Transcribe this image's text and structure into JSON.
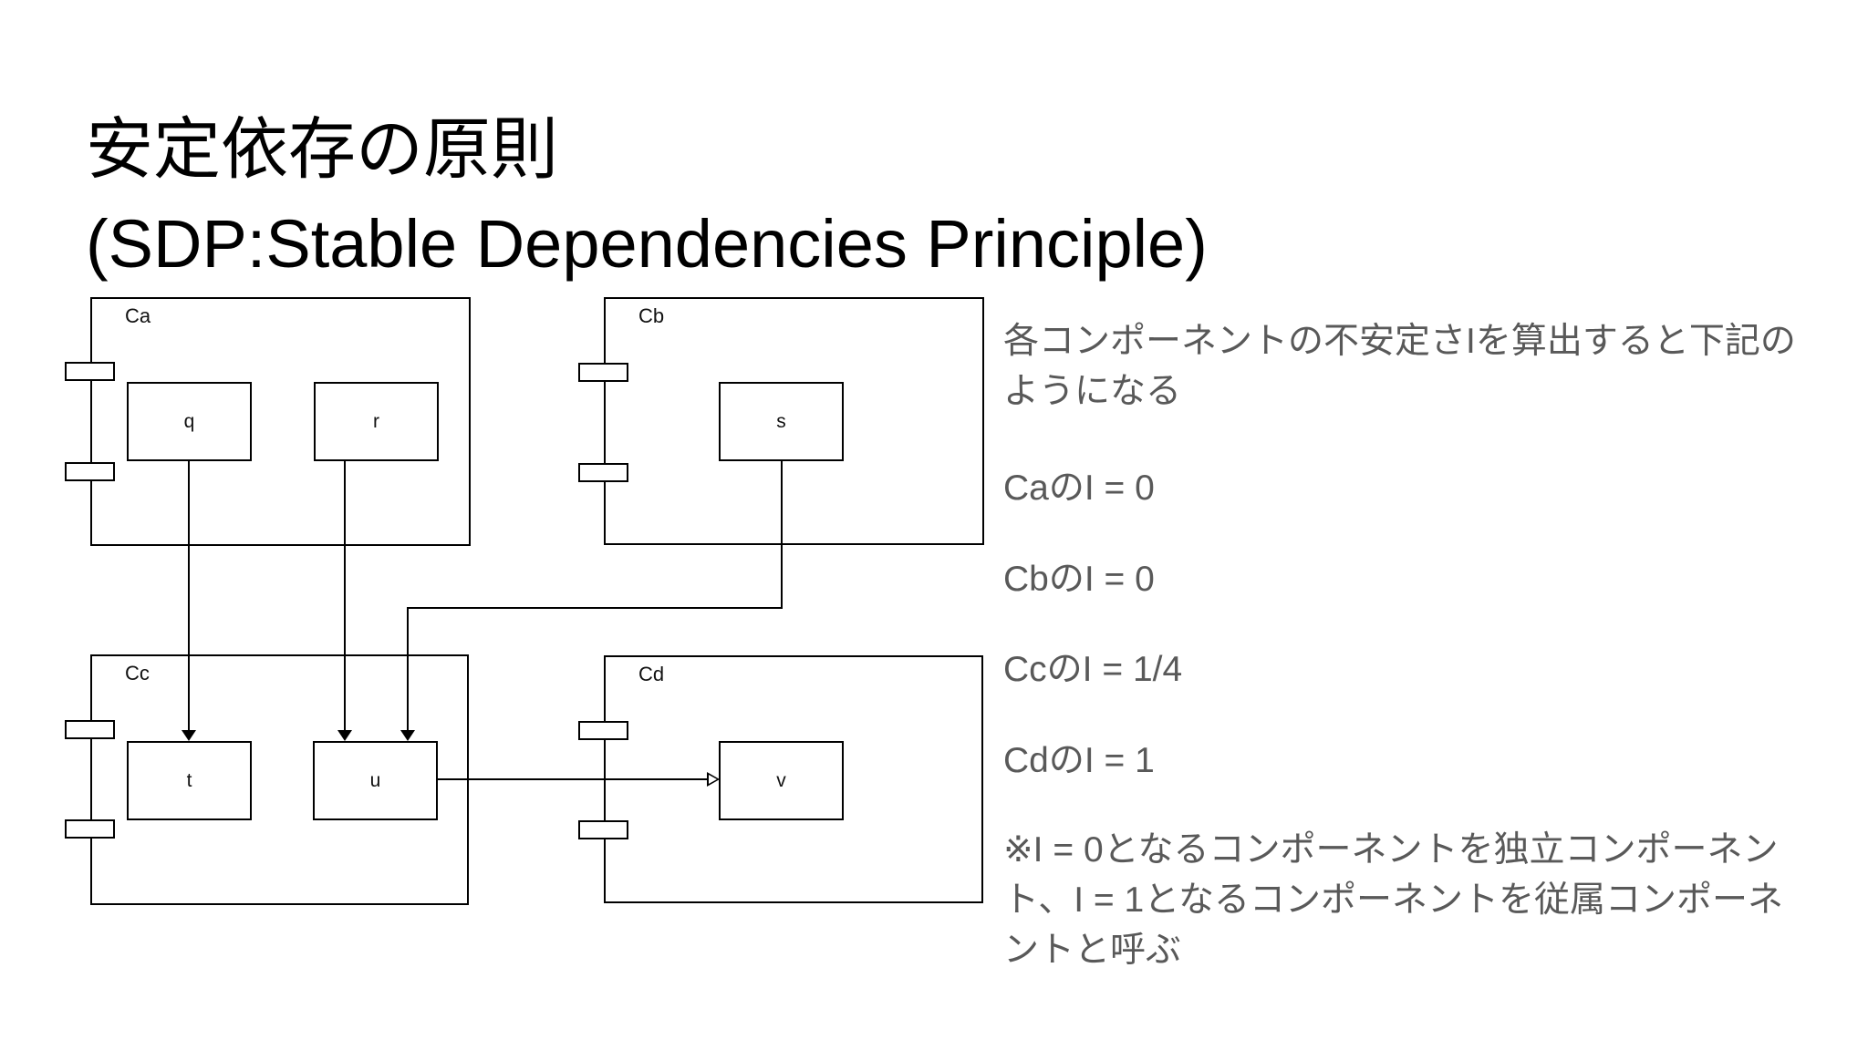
{
  "slide": {
    "title_lines": [
      "安定依存の原則",
      "(SDP:Stable Dependencies Principle)"
    ],
    "background_color": "#ffffff",
    "title_color": "#000000"
  },
  "diagram": {
    "stroke_color": "#000000",
    "components": [
      {
        "label": "Ca"
      },
      {
        "label": "Cb"
      },
      {
        "label": "Cc"
      },
      {
        "label": "Cd"
      }
    ],
    "nodes": [
      {
        "label": "q",
        "component": "Ca"
      },
      {
        "label": "r",
        "component": "Ca"
      },
      {
        "label": "s",
        "component": "Cb"
      },
      {
        "label": "t",
        "component": "Cc"
      },
      {
        "label": "u",
        "component": "Cc"
      },
      {
        "label": "v",
        "component": "Cd"
      }
    ],
    "connectors": [
      {
        "from": "q",
        "to": "t",
        "arrowhead": "solid"
      },
      {
        "from": "r",
        "to": "u",
        "arrowhead": "solid"
      },
      {
        "from": "s",
        "to": "u",
        "arrowhead": "solid"
      },
      {
        "from": "u",
        "to": "v",
        "arrowhead": "open"
      }
    ]
  },
  "annotation": {
    "text_color": "#595959",
    "intro_lines": [
      "各コンポーネントの不安定さIを算出すると下記の",
      "ようになる"
    ],
    "stats": [
      "CaのI = 0",
      "CbのI = 0",
      "CcのI = 1/4",
      "CdのI = 1"
    ],
    "note_lines": [
      "※I = 0となるコンポーネントを独立コンポーネン",
      "ト、I = 1となるコンポーネントを従属コンポーネ",
      "ントと呼ぶ"
    ]
  }
}
